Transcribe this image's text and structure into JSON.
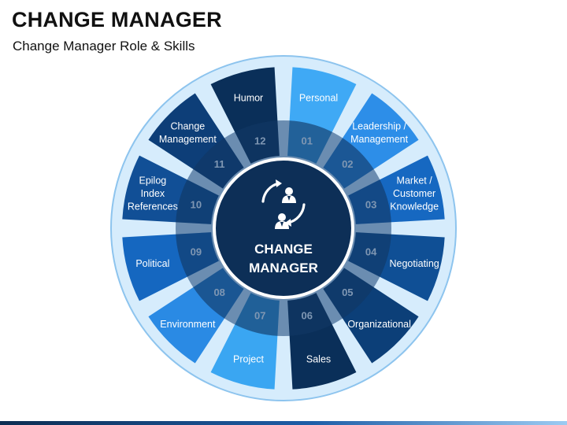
{
  "header": {
    "title": "CHANGE MANAGER",
    "subtitle": "Change Manager Role & Skills"
  },
  "center": {
    "line1": "CHANGE",
    "line2": "MANAGER",
    "icon": "people-cycle-icon"
  },
  "colors": {
    "outer_ring": "#d6ecfc",
    "outer_ring_stroke": "#8dc4ee",
    "inner_ring": "#143f73",
    "center_disc": "#0d2f57",
    "center_border": "#ffffff",
    "divider": "#ffffff"
  },
  "segments": [
    {
      "number": "01",
      "lines": [
        "Personal"
      ],
      "color": "#3fa9f5",
      "number_color": "#7cc4f8"
    },
    {
      "number": "02",
      "lines": [
        "Leadership /",
        "Management"
      ],
      "color": "#2d8ee8",
      "number_color": "#5aa9ef"
    },
    {
      "number": "03",
      "lines": [
        "Market /",
        "Customer",
        "Knowledge"
      ],
      "color": "#1668c1",
      "number_color": "#3b84d1"
    },
    {
      "number": "04",
      "lines": [
        "Negotiating"
      ],
      "color": "#0f4f95",
      "number_color": "#2c69ad"
    },
    {
      "number": "05",
      "lines": [
        "Organizational"
      ],
      "color": "#0c3f78",
      "number_color": "#245a96"
    },
    {
      "number": "06",
      "lines": [
        "Sales"
      ],
      "color": "#0a2f59",
      "number_color": "#1b4675"
    },
    {
      "number": "07",
      "lines": [
        "Project"
      ],
      "color": "#3aa6f2",
      "number_color": "#74c0f6"
    },
    {
      "number": "08",
      "lines": [
        "Environment"
      ],
      "color": "#2a8ae4",
      "number_color": "#58a6ec"
    },
    {
      "number": "09",
      "lines": [
        "Political"
      ],
      "color": "#1567c0",
      "number_color": "#3a82cf"
    },
    {
      "number": "10",
      "lines": [
        "Epilog",
        "Index",
        "References"
      ],
      "color": "#114f96",
      "number_color": "#2d6aae"
    },
    {
      "number": "11",
      "lines": [
        "Change",
        "Management"
      ],
      "color": "#0d3e78",
      "number_color": "#265c98"
    },
    {
      "number": "12",
      "lines": [
        "Humor"
      ],
      "color": "#0a2f59",
      "number_color": "#1d4877"
    }
  ]
}
